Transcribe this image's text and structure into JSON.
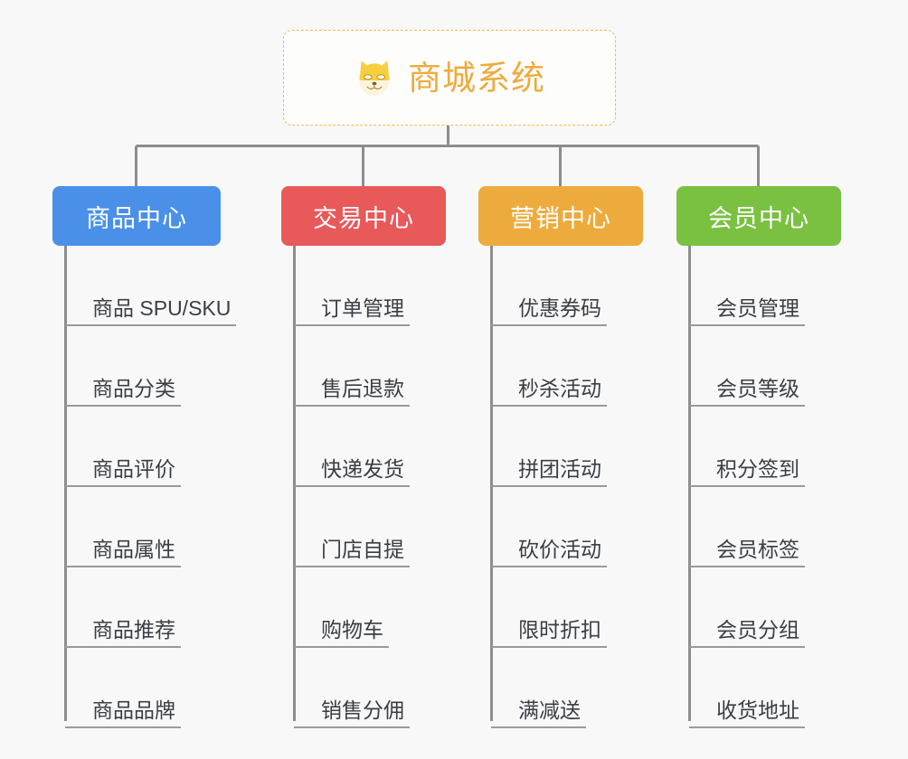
{
  "diagram": {
    "type": "mindmap-tree",
    "background_color": "#f8f8f8",
    "connector_color": "#8d8d8d",
    "leaf_underline_color": "#9a9a9a",
    "root": {
      "label": "商城系统",
      "icon": "shiba-dog-face-icon",
      "text_color": "#eeab3d",
      "border_color": "#f0b95a",
      "background_color": "#fdfdfc"
    },
    "branches": [
      {
        "label": "商品中心",
        "color": "#4a90e8",
        "width": 172,
        "items": [
          "商品 SPU/SKU",
          "商品分类",
          "商品评价",
          "商品属性",
          "商品推荐",
          "商品品牌"
        ]
      },
      {
        "label": "交易中心",
        "color": "#e8595a",
        "width": 172,
        "items": [
          "订单管理",
          "售后退款",
          "快递发货",
          "门店自提",
          "购物车",
          "销售分佣"
        ]
      },
      {
        "label": "营销中心",
        "color": "#eeab3d",
        "width": 172,
        "items": [
          "优惠券码",
          "秒杀活动",
          "拼团活动",
          "砍价活动",
          "限时折扣",
          "满减送"
        ]
      },
      {
        "label": "会员中心",
        "color": "#7ac142",
        "width": 172,
        "items": [
          "会员管理",
          "会员等级",
          "积分签到",
          "会员标签",
          "会员分组",
          "收货地址"
        ]
      }
    ]
  }
}
